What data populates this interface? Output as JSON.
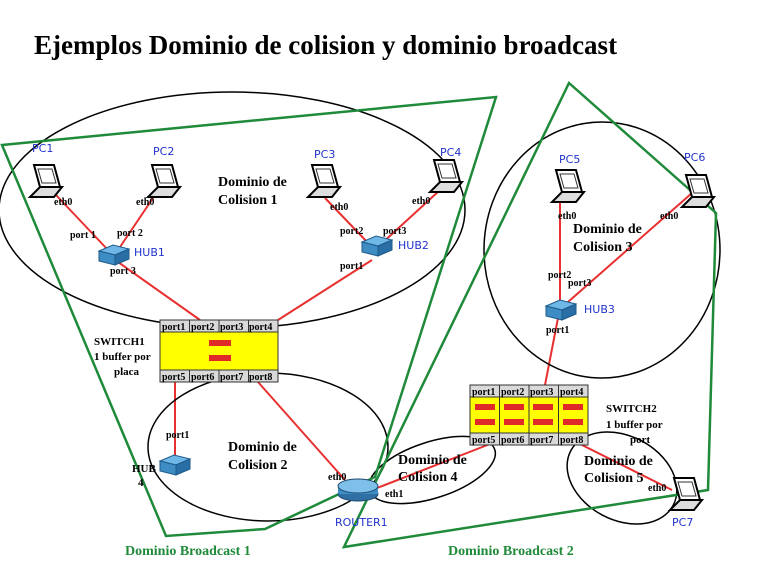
{
  "title": "Ejemplos Dominio de colision y dominio broadcast",
  "pcs": {
    "pc1": "PC1",
    "pc2": "PC2",
    "pc3": "PC3",
    "pc4": "PC4",
    "pc5": "PC5",
    "pc6": "PC6",
    "pc7": "PC7"
  },
  "eth": "eth0",
  "eth1": "eth1",
  "hubs": {
    "hub1": "HUB1",
    "hub2": "HUB2",
    "hub3": "HUB3",
    "hub4": "HUB",
    "hub4_num": "4"
  },
  "router": "ROUTER1",
  "ports": {
    "port1": "port 1",
    "port2": "port 2",
    "port3": "port 3",
    "p1": "port1",
    "p2": "port2",
    "p3": "port3"
  },
  "switch1": {
    "name": "SWITCH1",
    "line2": "1 buffer por",
    "line3": "placa",
    "top_ports": [
      "port1",
      "port2",
      "port3",
      "port4"
    ],
    "bottom_ports": [
      "port5",
      "port6",
      "port7",
      "port8"
    ]
  },
  "switch2": {
    "name": "SWITCH2",
    "line2": "1 buffer por",
    "line3": "port",
    "top_ports": [
      "port1",
      "port2",
      "port3",
      "port4"
    ],
    "bottom_ports": [
      "port5",
      "port6",
      "port7",
      "port8"
    ]
  },
  "domains": {
    "d1a": "Dominio de",
    "d1b": "Colision 1",
    "d2a": "Dominio de",
    "d2b": "Colision 2",
    "d3a": "Dominio de",
    "d3b": "Colision 3",
    "d4a": "Dominio de",
    "d4b": "Colision 4",
    "d5a": "Dominio de",
    "d5b": "Colision 5"
  },
  "broadcast": {
    "b1": "Dominio Broadcast 1",
    "b2": "Dominio Broadcast 2"
  },
  "colors": {
    "link": "#e83030",
    "broadcast": "#1f8a3a",
    "switch": "#ffff00",
    "buffer": "#e02a2a",
    "pclabel": "#2233cc"
  }
}
